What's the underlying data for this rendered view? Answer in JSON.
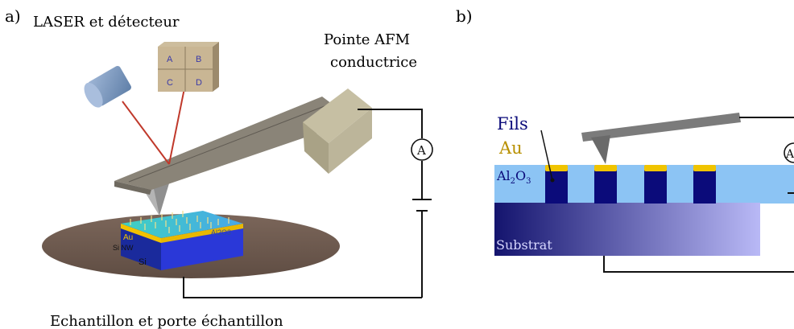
{
  "panel_a": {
    "label": "a)",
    "laser_detector_label": "LASER et détecteur",
    "tip_label_line1": "Pointe AFM",
    "tip_label_line2": "conductrice",
    "sample_label": "Echantillon et porte échantillon",
    "quadrants": [
      "A",
      "B",
      "C",
      "D"
    ],
    "sample_layers": {
      "au": "Au",
      "nw": "Si NW",
      "si": "Si",
      "oxide": "Al2O3"
    },
    "ammeter": "A"
  },
  "panel_b": {
    "label": "b)",
    "wires_label": "Fils",
    "au_label": "Au",
    "oxide_label_main": "Al",
    "oxide_sub1": "2",
    "oxide_o": "O",
    "oxide_sub2": "3",
    "substrate_label": "Substrat",
    "ammeter": "A"
  },
  "colors": {
    "laser_beam": "#c0392b",
    "cantilever": "#8a8478",
    "tip_block": "#bcb59a",
    "sample_holder": "#6e5a4e",
    "oxide_layer": "#8cc4f4",
    "wire_fill": "#0b0b7a",
    "gold": "#f0c400",
    "substrate_dark": "#14146e",
    "substrate_light": "#b9b9f6",
    "circuit": "#111111"
  }
}
